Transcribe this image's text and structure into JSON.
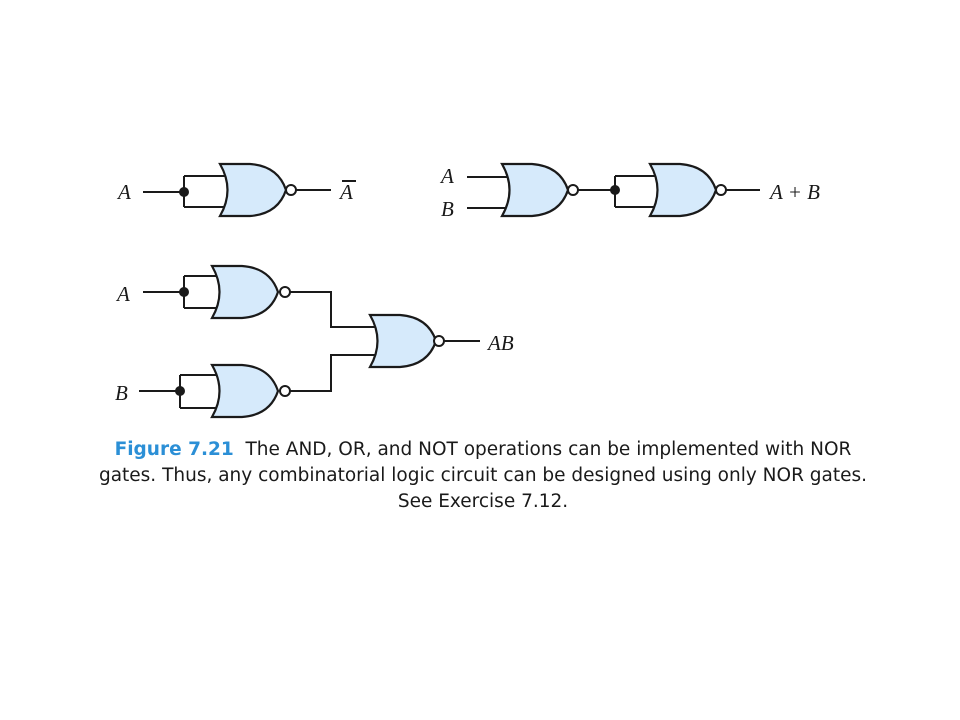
{
  "circuits": {
    "not_circuit": {
      "input": "A",
      "output": "A"
    },
    "or_circuit": {
      "input_a": "A",
      "input_b": "B",
      "output": "A + B"
    },
    "and_circuit": {
      "input_a": "A",
      "input_b": "B",
      "output": "AB"
    }
  },
  "caption": {
    "label": "Figure 7.21",
    "text": "The AND, OR, and NOT operations can be implemented with NOR gates. Thus, any combinatorial logic circuit can be designed using only NOR gates. See Exercise 7.12."
  },
  "colors": {
    "gate_fill": "#d6eafb",
    "caption_label": "#2b8fd6",
    "line": "#1a1a1a"
  }
}
